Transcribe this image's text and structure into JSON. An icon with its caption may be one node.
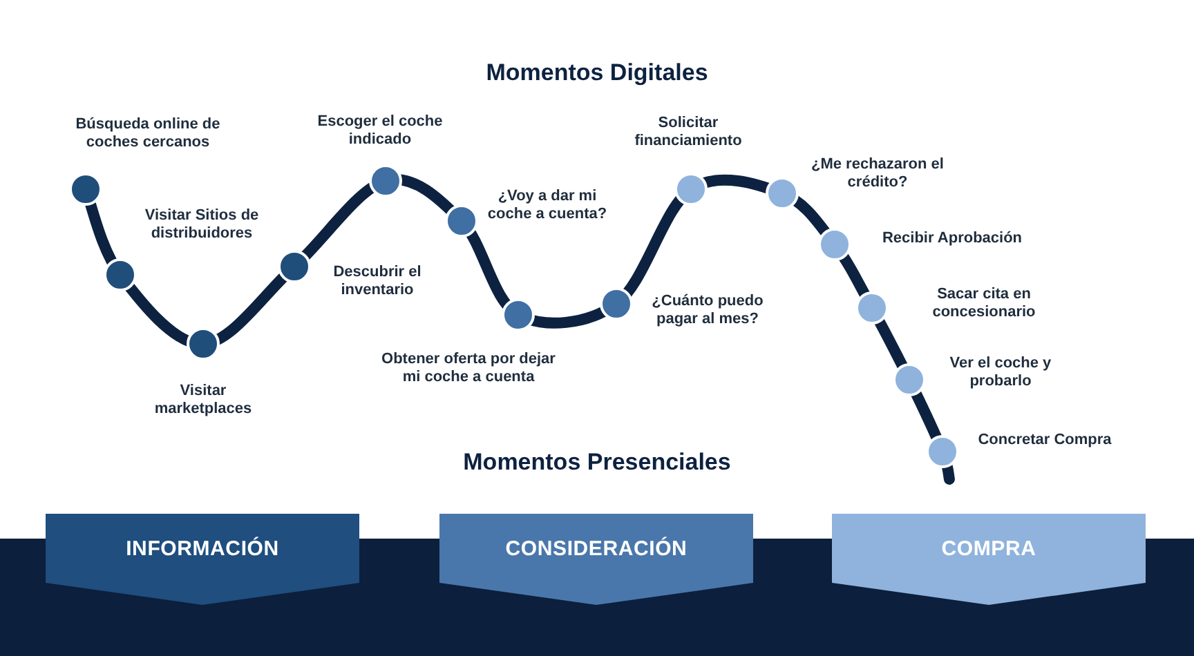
{
  "diagram": {
    "nodes": [
      {
        "text": [],
        "shape": "circle",
        "beside": [
          "Búsqueda online de coches cercanos"
        ]
      },
      {
        "text": [],
        "shape": "circle",
        "beside": [
          "Visitar Sitios de distribuidores"
        ]
      },
      {
        "text": [],
        "shape": "circle",
        "beside": [
          "Visitar marketplaces"
        ]
      },
      {
        "text": [],
        "shape": "circle",
        "beside": [
          "Descubrir el inventario"
        ]
      },
      {
        "text": [],
        "shape": "circle",
        "beside": [
          "Escoger el coche indicado"
        ]
      },
      {
        "text": [],
        "shape": "circle",
        "beside": [
          "¿Voy a dar mi coche a cuenta?"
        ]
      },
      {
        "text": [],
        "shape": "circle",
        "beside": [
          "Obtener oferta por dejar mi coche a cuenta"
        ]
      },
      {
        "text": [],
        "shape": "circle",
        "beside": [
          "¿Cuánto puedo pagar al mes?"
        ]
      },
      {
        "text": [],
        "shape": "circle",
        "beside": [
          "Solicitar financiamiento"
        ]
      },
      {
        "text": [],
        "shape": "circle",
        "beside": [
          "¿Me rechazaron el crédito?"
        ]
      },
      {
        "text": [],
        "shape": "circle",
        "beside": [
          "Recibir Aprobación"
        ]
      },
      {
        "text": [],
        "shape": "circle",
        "beside": [
          "Sacar cita en concesionario"
        ]
      },
      {
        "text": [],
        "shape": "circle",
        "beside": [
          "Ver el coche y probarlo"
        ]
      },
      {
        "text": [],
        "shape": "circle",
        "beside": [
          "Concretar Compra"
        ]
      },
      {
        "text": [
          "INFORMACIÓN"
        ]
      },
      {
        "text": [
          "CONSIDERACIÓN"
        ]
      },
      {
        "text": [
          "COMPRA"
        ]
      }
    ],
    "edges": [
      {
        "from": 0,
        "to": 1,
        "arrow": "none"
      },
      {
        "from": 1,
        "to": 2,
        "arrow": "none"
      },
      {
        "from": 2,
        "to": 3,
        "arrow": "none"
      },
      {
        "from": 3,
        "to": 4,
        "arrow": "none"
      },
      {
        "from": 4,
        "to": 5,
        "arrow": "none"
      },
      {
        "from": 5,
        "to": 6,
        "arrow": "none"
      },
      {
        "from": 6,
        "to": 7,
        "arrow": "none"
      },
      {
        "from": 7,
        "to": 8,
        "arrow": "none"
      },
      {
        "from": 8,
        "to": 9,
        "arrow": "none"
      },
      {
        "from": 9,
        "to": 10,
        "arrow": "none"
      },
      {
        "from": 10,
        "to": 11,
        "arrow": "none"
      },
      {
        "from": 11,
        "to": 12,
        "arrow": "none"
      },
      {
        "from": 12,
        "to": 13,
        "arrow": "none"
      },
      {
        "from": 13,
        "to": null,
        "arrow": "none"
      }
    ],
    "labels": [
      "Momentos Digitales",
      "Momentos Presenciales"
    ]
  }
}
